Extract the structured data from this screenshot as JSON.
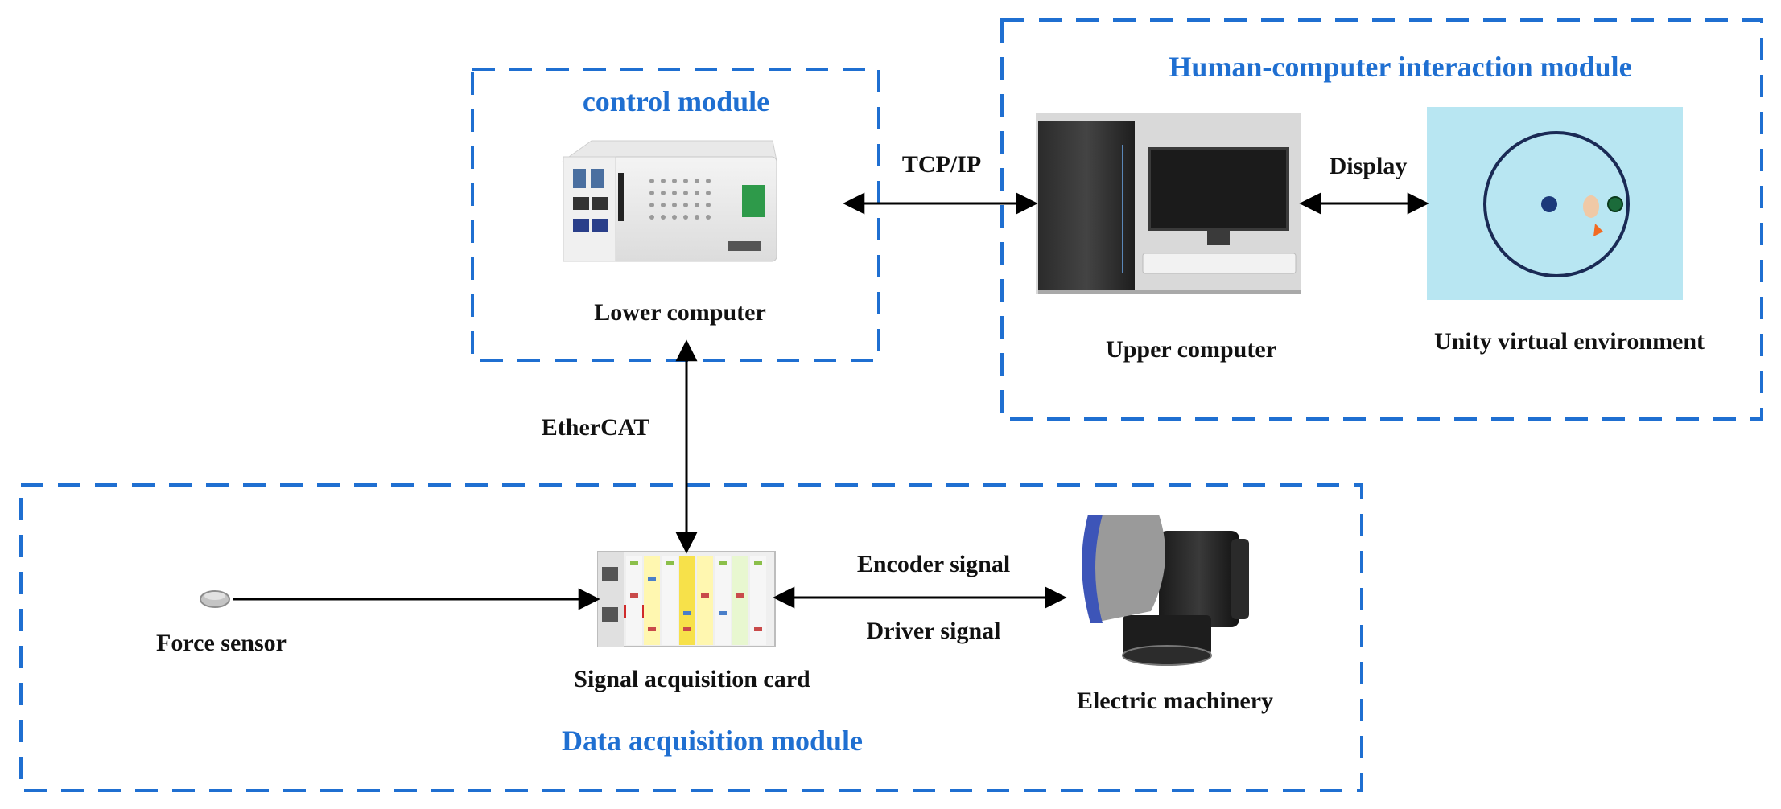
{
  "colors": {
    "module_border": "#1f6fd1",
    "module_title": "#1f6fd1",
    "text": "#111111",
    "arrow": "#000000",
    "virtual_bg": "#b8e6f2"
  },
  "modules": {
    "control": {
      "title": "control module"
    },
    "hci": {
      "title": "Human-computer interaction module"
    },
    "data": {
      "title": "Data acquisition module"
    }
  },
  "devices": {
    "lower_computer": {
      "label": "Lower computer",
      "icon": "industrial-pc-icon"
    },
    "upper_computer": {
      "label": "Upper computer",
      "icon": "desktop-computer-icon"
    },
    "unity_env": {
      "label": "Unity virtual environment",
      "icon": "virtual-scene-icon"
    },
    "force_sensor": {
      "label": "Force sensor",
      "icon": "force-sensor-icon"
    },
    "signal_card": {
      "label": "Signal acquisition card",
      "icon": "io-module-icon"
    },
    "motor": {
      "label": "Electric machinery",
      "icon": "motor-icon"
    }
  },
  "connections": {
    "tcp": {
      "label": "TCP/IP"
    },
    "display": {
      "label": "Display"
    },
    "ethercat": {
      "label": "EtherCAT"
    },
    "encoder": {
      "label": "Encoder signal"
    },
    "driver": {
      "label": "Driver signal"
    }
  }
}
